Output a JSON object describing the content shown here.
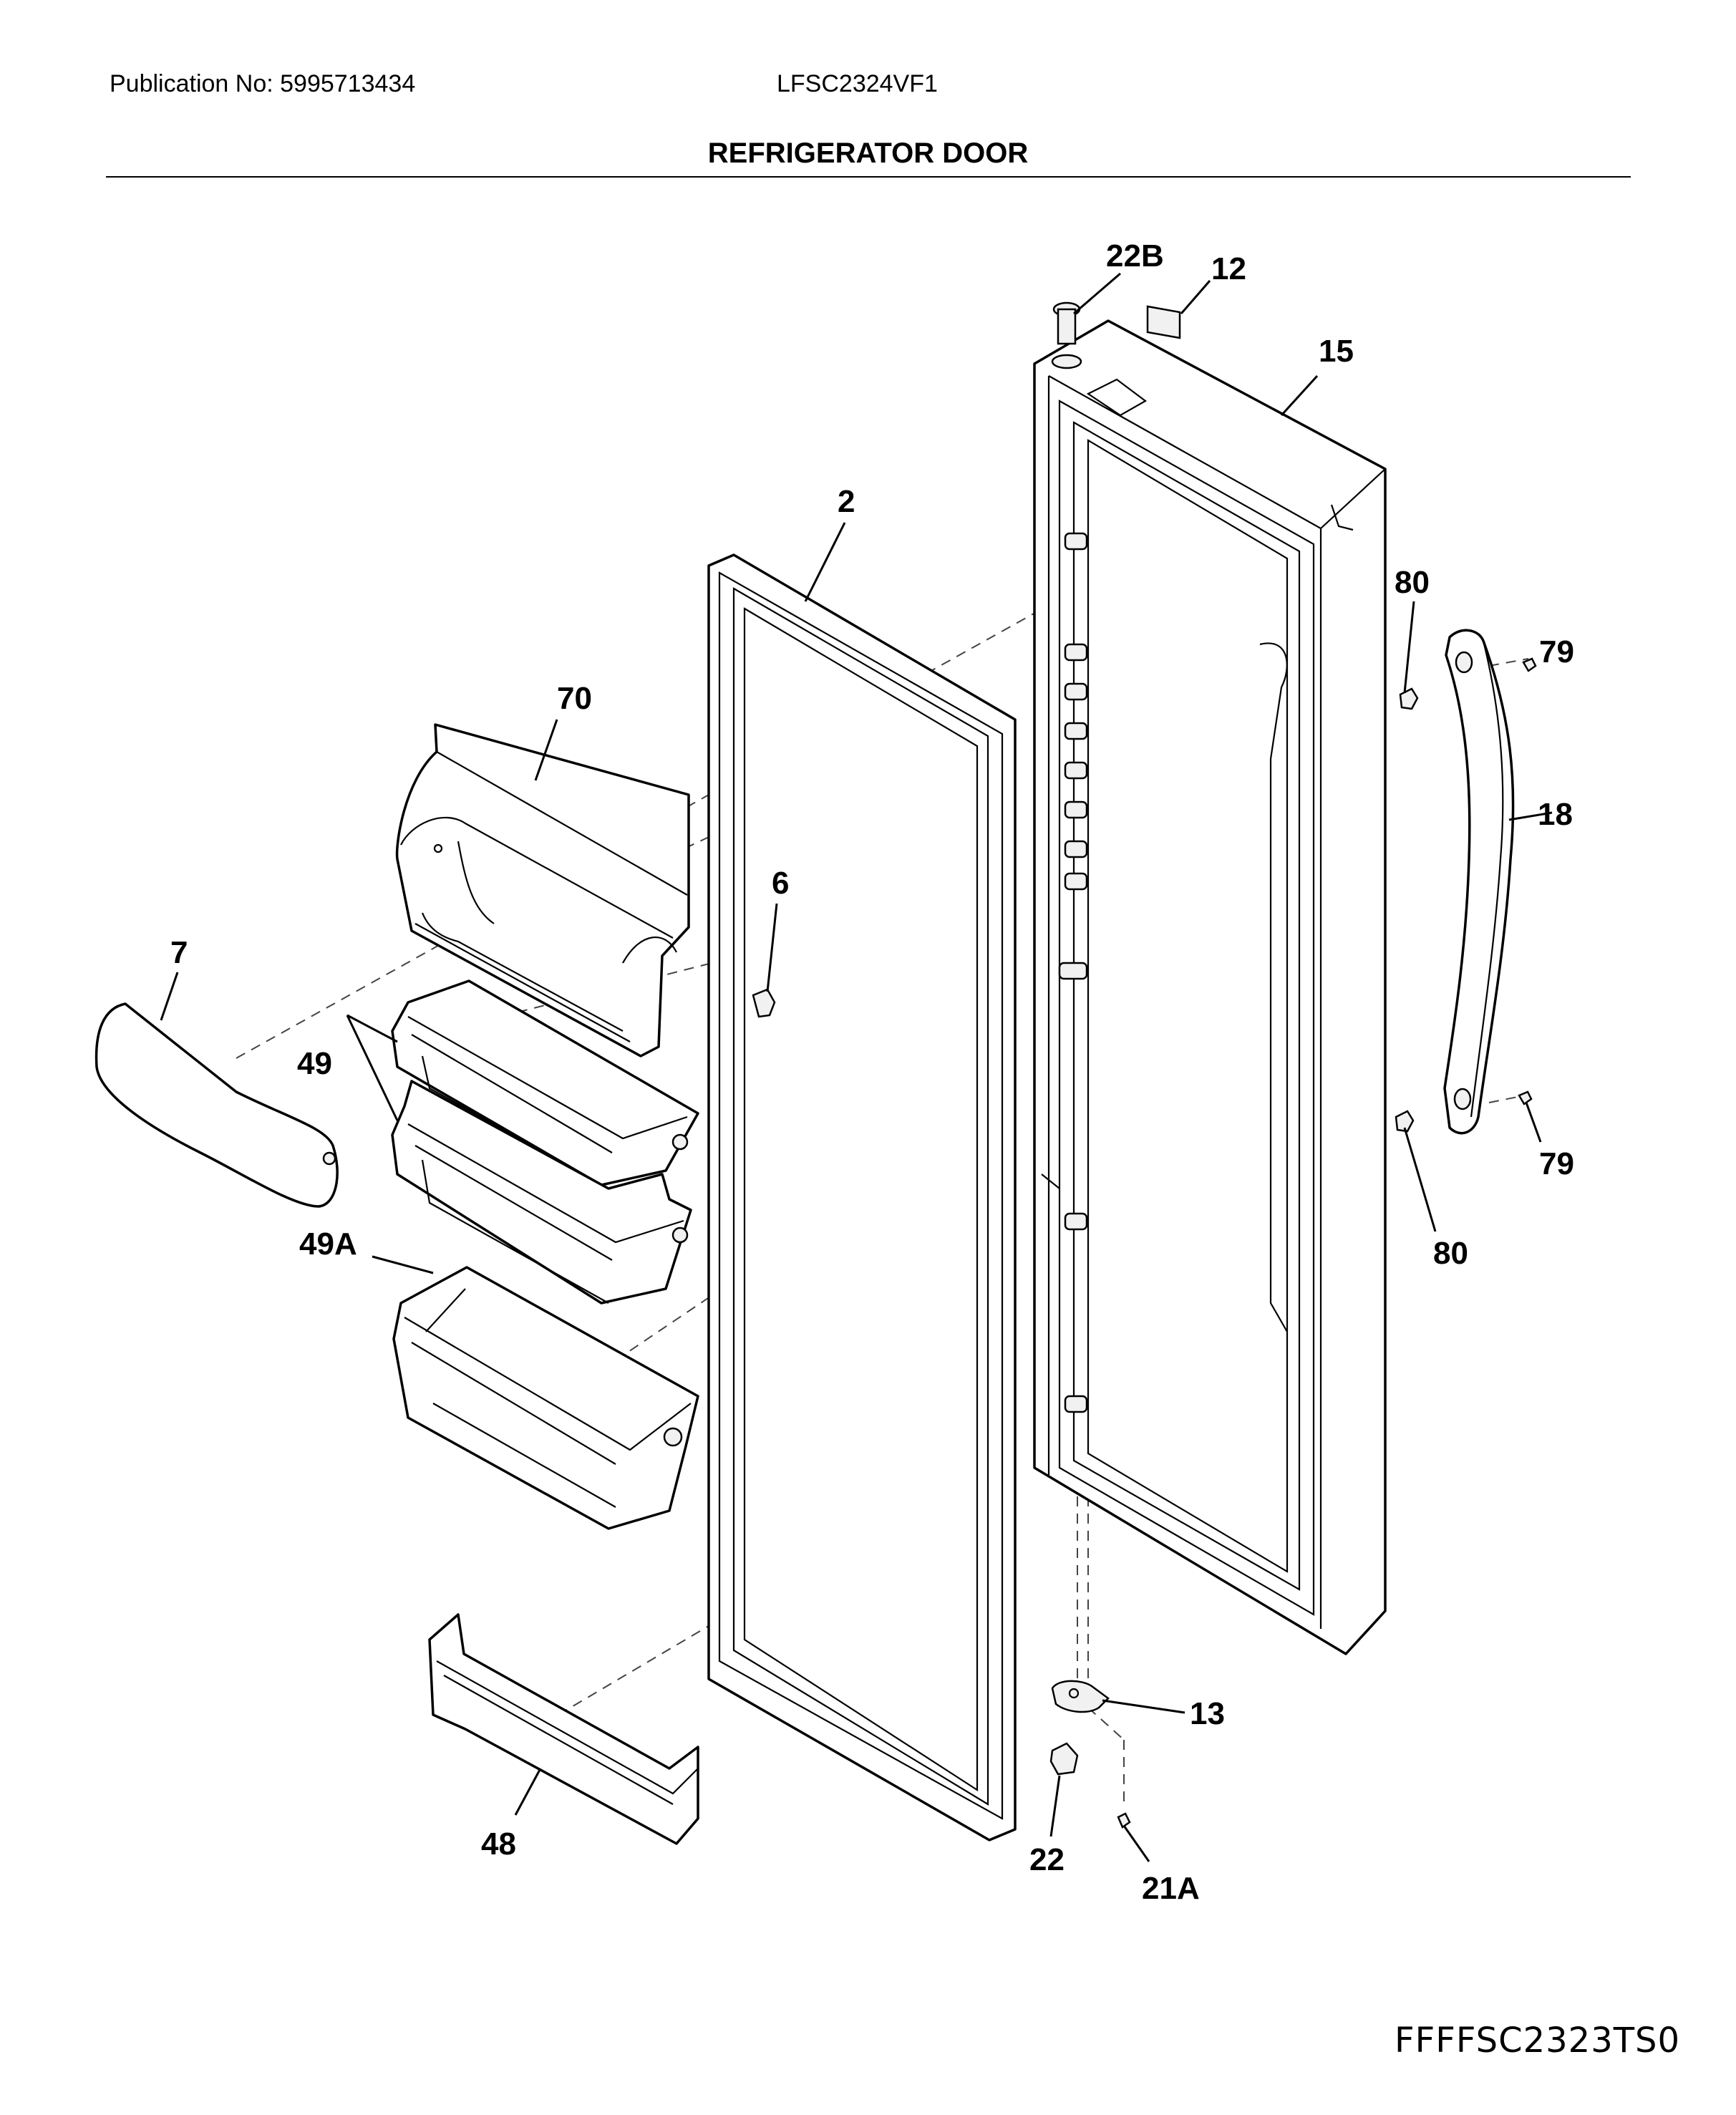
{
  "header": {
    "publication": "Publication No: 5995713434",
    "model": "LFSC2324VF1",
    "title": "REFRIGERATOR DOOR"
  },
  "footer": {
    "diagram_code": "FFFFSC2323TS0"
  },
  "callouts": {
    "c22B": "22B",
    "c12": "12",
    "c15": "15",
    "c2": "2",
    "c80a": "80",
    "c79a": "79",
    "c70": "70",
    "c18": "18",
    "c6": "6",
    "c7": "7",
    "c49": "49",
    "c79b": "79",
    "c80b": "80",
    "c49A": "49A",
    "c13": "13",
    "c48": "48",
    "c22": "22",
    "c21A": "21A"
  }
}
